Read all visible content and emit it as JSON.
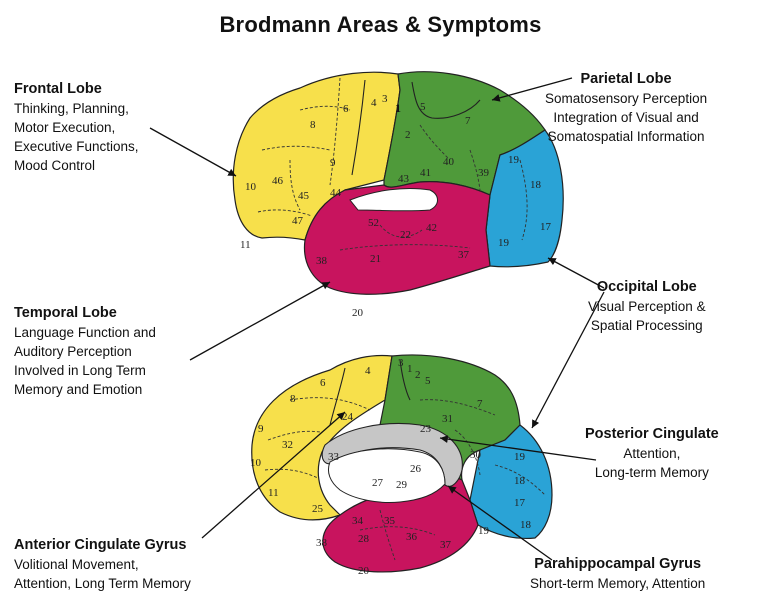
{
  "title": "Brodmann  Areas & Symptoms",
  "colors": {
    "frontal": "#f7e04b",
    "parietal": "#4f9a3a",
    "temporal": "#c8145e",
    "occipital": "#2aa3d6",
    "corpus_callosum": "#c6c6c6"
  },
  "labels": {
    "frontal": {
      "heading": "Frontal Lobe",
      "lines": [
        "Thinking, Planning,",
        "Motor Execution,",
        "Executive Functions,",
        "Mood Control"
      ]
    },
    "parietal": {
      "heading": "Parietal Lobe",
      "lines": [
        "Somatosensory Perception",
        "Integration of Visual and",
        "Somatospatial Information"
      ]
    },
    "temporal": {
      "heading": "Temporal Lobe",
      "lines": [
        "Language Function  and",
        "Auditory Perception",
        "Involved in Long Term",
        "Memory and Emotion"
      ]
    },
    "occipital": {
      "heading": "Occipital Lobe",
      "lines": [
        "Visual Perception &",
        "Spatial Processing"
      ]
    },
    "posterior_cingulate": {
      "heading": "Posterior Cingulate",
      "lines": [
        "Attention,",
        "Long-term  Memory"
      ]
    },
    "anterior_cingulate": {
      "heading": "Anterior Cingulate Gyrus",
      "lines": [
        "Volitional Movement,",
        "Attention, Long Term Memory"
      ]
    },
    "parahippocampal": {
      "heading": "Parahippocampal Gyrus",
      "lines": [
        "Short-term Memory,  Attention"
      ]
    }
  },
  "lateral_areas": [
    "1",
    "2",
    "3",
    "4",
    "5",
    "6",
    "7",
    "8",
    "9",
    "10",
    "11",
    "17",
    "18",
    "19",
    "19",
    "20",
    "21",
    "22",
    "37",
    "38",
    "39",
    "40",
    "41",
    "42",
    "43",
    "44",
    "45",
    "46",
    "47",
    "52"
  ],
  "medial_areas": [
    "1",
    "2",
    "3",
    "4",
    "5",
    "6",
    "7",
    "8",
    "9",
    "10",
    "11",
    "17",
    "18",
    "18",
    "19",
    "19",
    "20",
    "23",
    "24",
    "25",
    "26",
    "27",
    "28",
    "29",
    "30",
    "31",
    "32",
    "33",
    "34",
    "35",
    "36",
    "37",
    "38"
  ]
}
